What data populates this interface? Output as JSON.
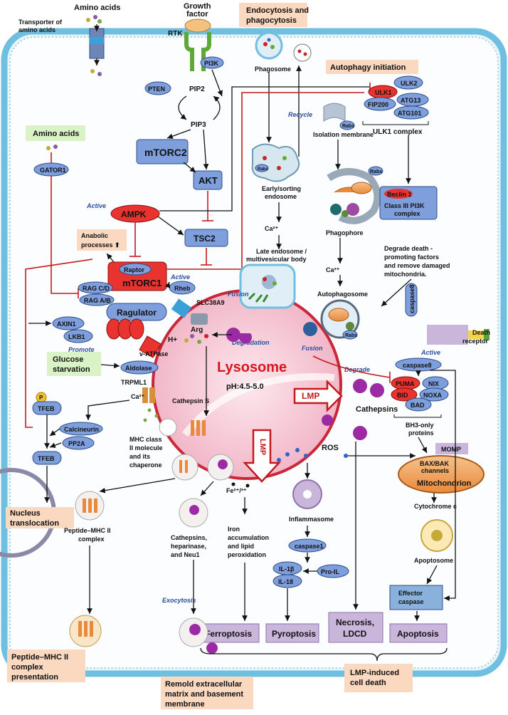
{
  "labels": {
    "amino_acids_top": "Amino acids",
    "transporter": [
      "Transporter of",
      "amino acids"
    ],
    "growth_factor": [
      "Growth",
      "factor"
    ],
    "rtk": "RTK",
    "endocytosis": [
      "Endocytosis and",
      "phagocytosis"
    ],
    "phagosome": "Phagosome",
    "autophagy_initiation": "Autophagy initiation",
    "pi3k": "PI3K",
    "pten": "PTEN",
    "pip2": "PIP2",
    "pip3": "PIP3",
    "mtorc2": "mTORC2",
    "akt": "AKT",
    "recycle": "Recycle",
    "ulk1": "ULK1",
    "ulk2": "ULK2",
    "fip200": "FIP200",
    "atg13": "ATG13",
    "atg101": "ATG101",
    "ulk1_complex": "ULK1 complex",
    "rabs": "Rabs",
    "isolation_membrane": "Isolation membrane",
    "amino_acids_box": "Amino acids",
    "gator1": "GATOR1",
    "early_endosome": [
      "Early/sorting",
      "endosome"
    ],
    "beclin1": "Beclin 1",
    "class3": [
      "Class III PI3K",
      "complex"
    ],
    "active": "Active",
    "ampk": "AMPK",
    "tsc2": "TSC2",
    "ca2": "Ca²⁺",
    "anabolic": [
      "Anabolic",
      "processes ⬆"
    ],
    "phagophore": "Phagophore",
    "late_endosome": [
      "Late endosome /",
      "multivesicular body"
    ],
    "degrade_text": [
      "Degrade death -",
      "promoting factors",
      "and remove damaged",
      "mitochondria."
    ],
    "raptor": "Raptor",
    "mtorc1": "mTORC1",
    "rheb": "Rheb",
    "rag_cd": "RAG C/D",
    "rag_ab": "RAG A/B",
    "fusion": "Fusion",
    "autophagosome": "Autophagosome",
    "caspase8": "caspase8",
    "slc38a9": "SLC38A9",
    "ragulator": "Ragulator",
    "arg": "Arg",
    "axin1": "AXIN1",
    "lkb1": "LKB1",
    "hplus": "H+",
    "vatpase": "v-ATPase",
    "degradation": "Degradation",
    "death_receptor": [
      "Death",
      "receptor"
    ],
    "promote": "Promote",
    "glucose_starvation": [
      "Glucose",
      "starvation"
    ],
    "aldolase": "Aldolase",
    "lysosome": "Lysosome",
    "ph": "pH:4.5-5.0",
    "degrade": "Degrade",
    "puma": "PUMA",
    "nix": "NIX",
    "bid": "BID",
    "noxa": "NOXA",
    "bad": "BAD",
    "p": "P",
    "tfeb": "TFEB",
    "trpml1": "TRPML1",
    "cathepsin_s": "Cathepsin S",
    "lmp": "LMP",
    "cathepsins": "Cathepsins",
    "bh3": [
      "BH3-only",
      "proteins"
    ],
    "calcineurin": "Calcineurin",
    "pp2a": "PP2A",
    "mhc_text": [
      "MHC class",
      "II molecule",
      "and its",
      "chaperone"
    ],
    "ros": "ROS",
    "momp": "MOMP",
    "baxbak": [
      "BAX/BAK",
      "channels"
    ],
    "mitochondrion": "Mitochondrion",
    "nucleus": [
      "Nucleus",
      "translocation"
    ],
    "fe": "Fe²⁺/³⁺",
    "cytochrome_c": "Cytochrome c",
    "inflammasome": "Inflammasome",
    "peptide_mhc": [
      "Peptide–MHC II",
      "complex"
    ],
    "cath_hep": [
      "Cathepsins,",
      "heparinase,",
      "and Neu1"
    ],
    "iron": [
      "Iron",
      "accumulation",
      "and lipid",
      "peroxidation"
    ],
    "caspase1": "caspase1",
    "apoptosome": "Apoptosome",
    "il1b": "IL-1β",
    "pro_il": "Pro-IL",
    "il18": "IL-18",
    "exocytosis": "Exocytosis",
    "effector_caspase": [
      "Effector",
      "caspase"
    ],
    "ferroptosis": "Ferroptosis",
    "pyroptosis": "Pyroptosis",
    "necrosis": [
      "Necrosis,",
      "LDCD"
    ],
    "apoptosis": "Apoptosis",
    "peptide_presentation": [
      "Peptide–MHC II",
      "complex",
      "presentation"
    ],
    "lmp_death": [
      "LMP-induced",
      "cell death"
    ],
    "remold": [
      "Remold extracellular",
      "matrix and basement",
      "membrane"
    ]
  },
  "colors": {
    "node": "#7e9fdc",
    "lysosome": "#f4c6d2",
    "inhibit": "#c41a1f",
    "orange_box": "#fbd9c0",
    "green_box": "#d9f2c6",
    "death_box": "#c9b6da"
  }
}
